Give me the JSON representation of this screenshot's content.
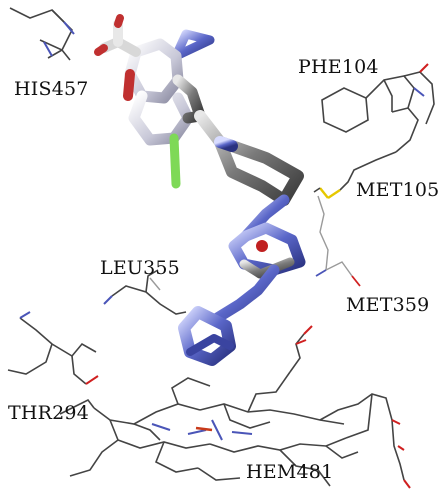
{
  "labels": {
    "his457": "HIS457",
    "phe104": "PHE104",
    "met105": "MET105",
    "leu355": "LEU355",
    "met359": "MET359",
    "thr294": "THR294",
    "hem481": "HEM481"
  },
  "colors": {
    "background": "#ffffff",
    "residue_stick": "#444444",
    "ligand_carbon": "#6e6e6e",
    "ligand_nitrogen": "#4a55b8",
    "oxygen": "#d02020",
    "fluorine": "#7ed957",
    "sulfur": "#e6c800",
    "heme_iron": "#c83a1a"
  },
  "icons": {
    "ligand": "ligand-stick-model-icon",
    "residues": "residue-wireframe-icon",
    "heme": "heme-porphyrin-icon"
  }
}
